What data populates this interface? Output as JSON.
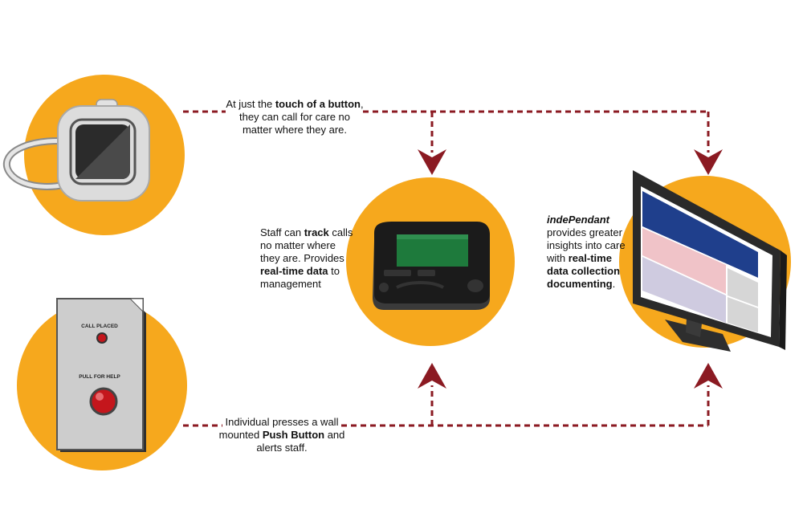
{
  "colors": {
    "circle": "#F6A81D",
    "connector": "#8B1A22",
    "pager_screen": "#1E7A3C",
    "panel_button": "#C4161C",
    "monitor_blue": "#1F3F8C",
    "monitor_pink": "#F0C3C8",
    "monitor_lavender": "#CFCBE0"
  },
  "icons": {
    "pendant": "pendant-call-button-icon",
    "wall_panel": "wall-push-button-icon",
    "pager": "pager-icon",
    "monitor": "computer-monitor-icon"
  },
  "wall_panel": {
    "call_placed_label": "CALL PLACED",
    "pull_label": "PULL FOR HELP"
  },
  "captions": {
    "pendant": {
      "p1": "At just the ",
      "b1": "touch of a button",
      "p2": ", they can call for care no matter where they are."
    },
    "pager": {
      "p1": "Staff can ",
      "b1": "track",
      "p2": " calls no matter where they are. Provides ",
      "b2": "real-time data",
      "p3": " to management"
    },
    "monitor": {
      "brand": "indePendant",
      "p1": " provides greater insights into care with ",
      "b1": "real-time data collection documenting",
      "p2": "."
    },
    "wall": {
      "p1": "Individual presses a wall mounted ",
      "b1": "Push Button",
      "p2": " and alerts staff."
    }
  }
}
